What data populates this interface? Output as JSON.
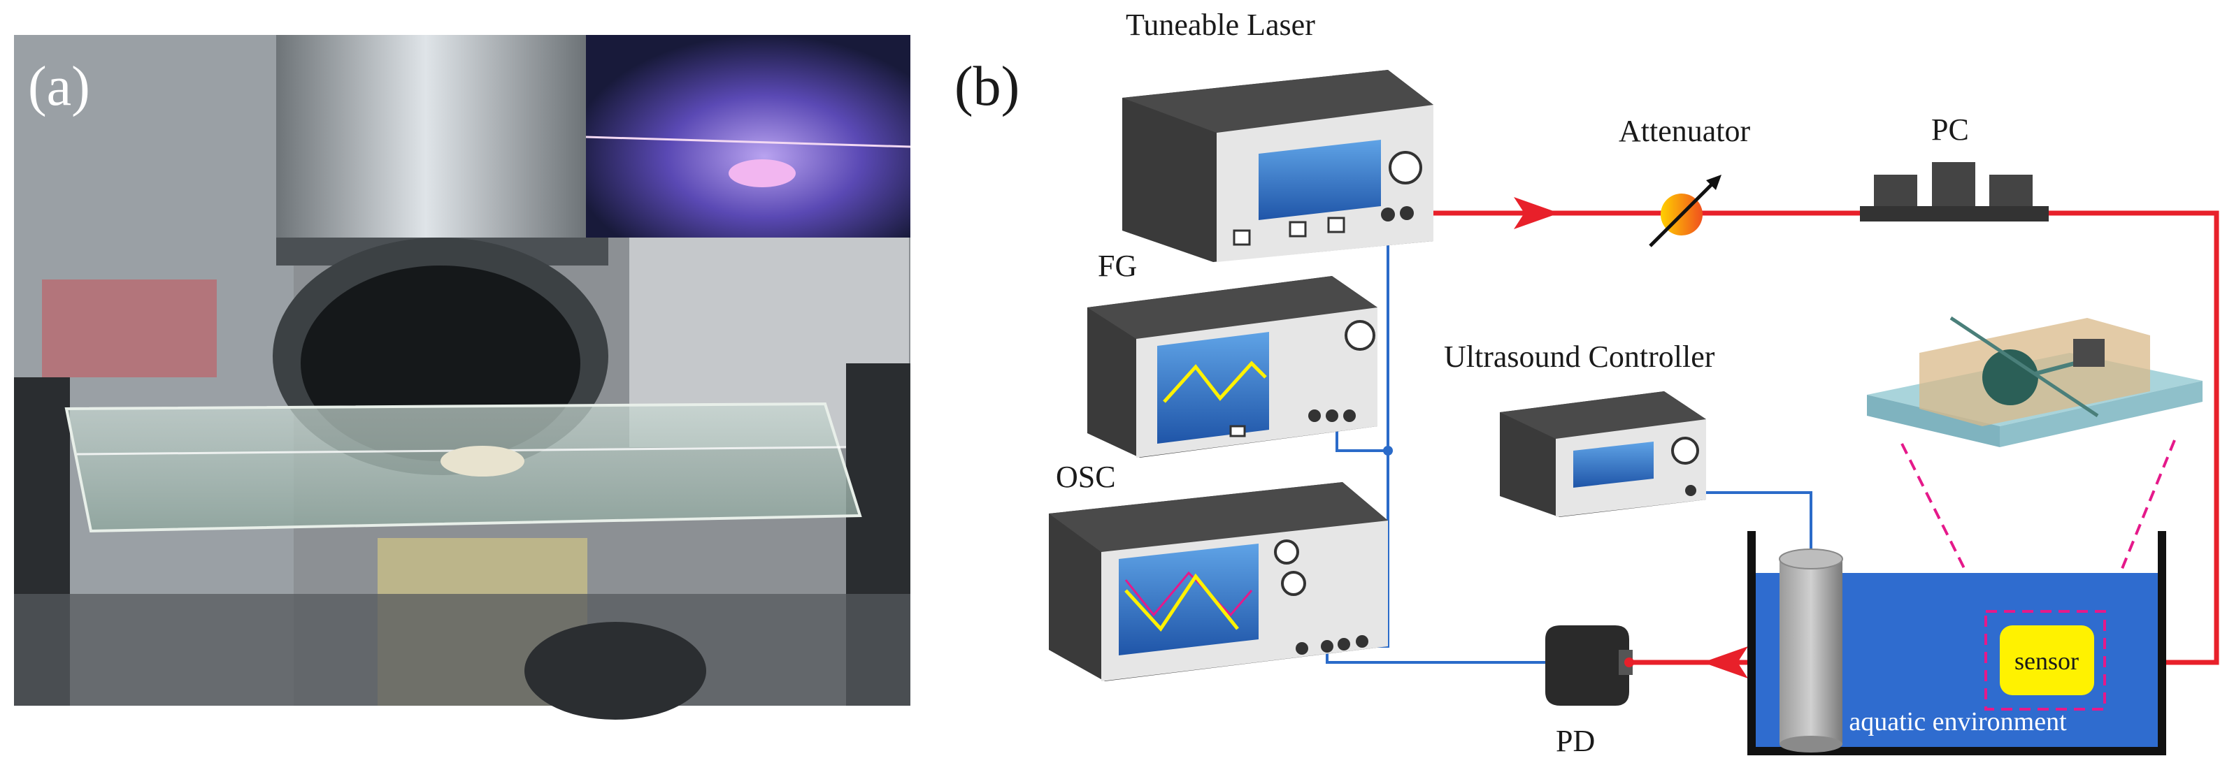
{
  "panel_a": {
    "label": "(a)"
  },
  "panel_b": {
    "label": "(b)",
    "devices": {
      "laser": "Tuneable Laser",
      "fg": "FG",
      "osc": "OSC",
      "attenuator": "Attenuator",
      "pc": "PC",
      "ultrasound": "Ultrasound Controller",
      "pd": "PD",
      "sensor": "sensor",
      "environment": "aquatic environment"
    },
    "colors": {
      "optical_path": "#e8202a",
      "electrical_path": "#2b6bc9",
      "water": "#2f6ccf",
      "sensor_fill": "#fff200",
      "highlight": "#e5198a",
      "device_body": "#3a3a3a",
      "device_panel": "#e6e6e6",
      "screen": "#3a86d8"
    }
  }
}
